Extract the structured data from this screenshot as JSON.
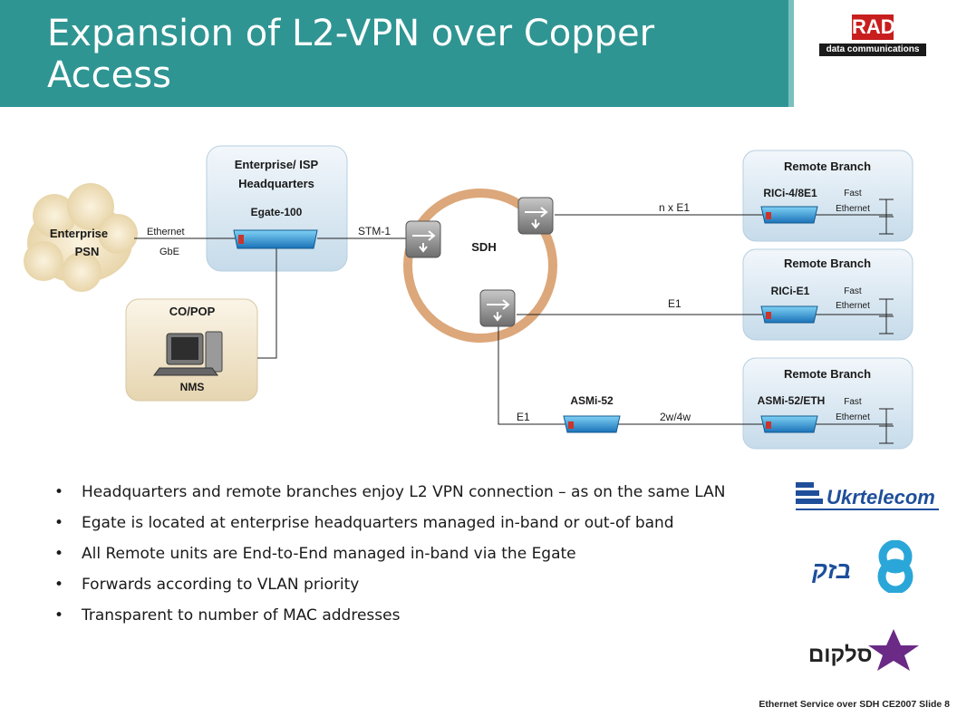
{
  "header": {
    "title": "Expansion of L2-VPN over Copper Access"
  },
  "logos": {
    "rad": "RAD",
    "rad_tagline": "data communications",
    "ukrtelecom": "Ukrtelecom",
    "bezeq": "בזק",
    "cellcom": "סלקום"
  },
  "diagram": {
    "enterprise_psn": "Enterprise PSN",
    "enterprise_psn_line1": "Enterprise",
    "enterprise_psn_line2": "PSN",
    "ethernet_label": "Ethernet",
    "gbe_label": "GbE",
    "hq_title_line1": "Enterprise/ ISP",
    "hq_title_line2": "Headquarters",
    "egate": "Egate-100",
    "stm1": "STM-1",
    "sdh": "SDH",
    "co_pop": "CO/POP",
    "nms": "NMS",
    "nxe1": "n x E1",
    "e1_mid": "E1",
    "e1_bottom": "E1",
    "asmi52": "ASMi-52",
    "twowire": "2w/4w",
    "branches": [
      {
        "title": "Remote Branch",
        "device": "RICi-4/8E1",
        "fast1": "Fast",
        "fast2": "Ethernet"
      },
      {
        "title": "Remote Branch",
        "device": "RICi-E1",
        "fast1": "Fast",
        "fast2": "Ethernet"
      },
      {
        "title": "Remote Branch",
        "device": "ASMi-52/ETH",
        "fast1": "Fast",
        "fast2": "Ethernet"
      }
    ]
  },
  "bullets": [
    "Headquarters and remote branches enjoy L2 VPN connection – as on the same LAN",
    "Egate is located at enterprise headquarters managed in-band or out-of band",
    "All Remote units are End-to-End managed in-band via the Egate",
    "Forwards according to VLAN priority",
    "Transparent to number of MAC addresses"
  ],
  "footer": "Ethernet Service over SDH  CE2007 Slide 8"
}
